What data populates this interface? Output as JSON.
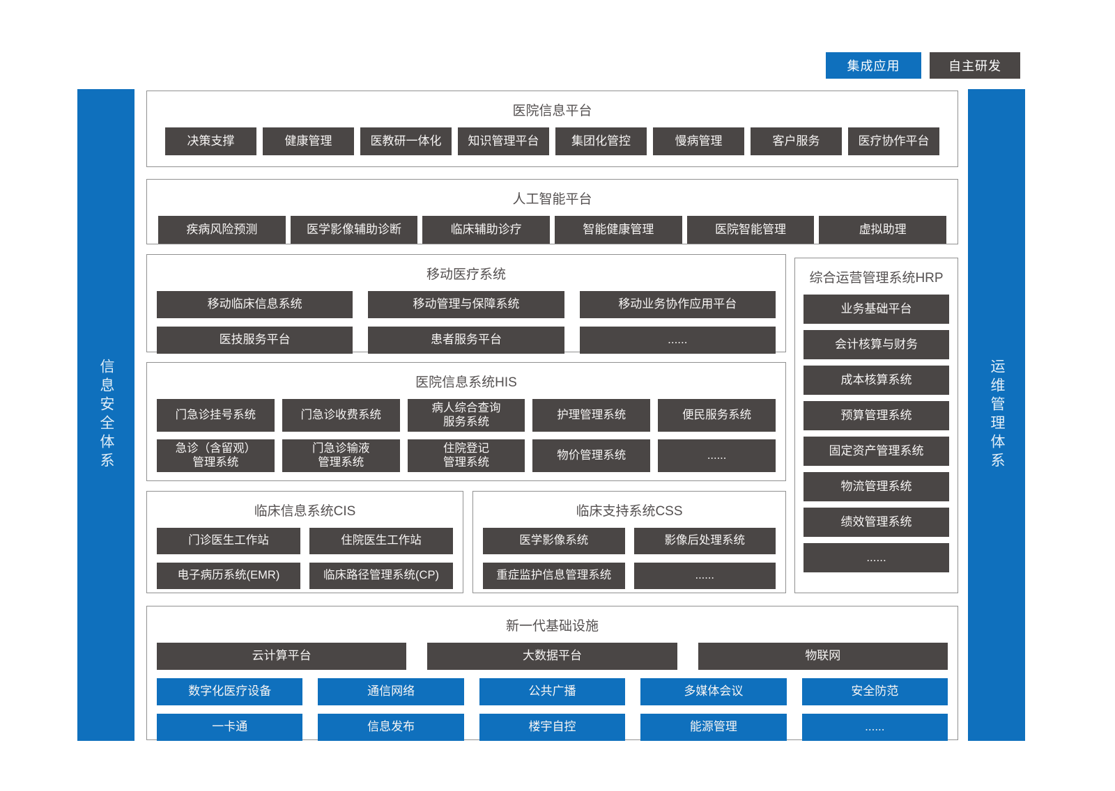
{
  "colors": {
    "accent_blue": "#0F70BD",
    "dark_gray": "#4A4645",
    "frame_border": "#909090"
  },
  "legend": {
    "integrated": "集成应用",
    "self_developed": "自主研发"
  },
  "sidebars": {
    "left": "信息安全体系",
    "right": "运维管理体系"
  },
  "sections": {
    "platform": {
      "title": "医院信息平台",
      "items": [
        "决策支撑",
        "健康管理",
        "医教研一体化",
        "知识管理平台",
        "集团化管控",
        "慢病管理",
        "客户服务",
        "医疗协作平台"
      ]
    },
    "ai": {
      "title": "人工智能平台",
      "items": [
        "疾病风险预测",
        "医学影像辅助诊断",
        "临床辅助诊疗",
        "智能健康管理",
        "医院智能管理",
        "虚拟助理"
      ]
    },
    "mobile": {
      "title": "移动医疗系统",
      "rows": [
        [
          "移动临床信息系统",
          "移动管理与保障系统",
          "移动业务协作应用平台"
        ],
        [
          "医技服务平台",
          "患者服务平台",
          "......"
        ]
      ]
    },
    "hrp": {
      "title": "综合运营管理系统HRP",
      "items": [
        "业务基础平台",
        "会计核算与财务",
        "成本核算系统",
        "预算管理系统",
        "固定资产管理系统",
        "物流管理系统",
        "绩效管理系统",
        "......"
      ]
    },
    "his": {
      "title": "医院信息系统HIS",
      "rows": [
        [
          "门急诊挂号系统",
          "门急诊收费系统",
          "病人综合查询\n服务系统",
          "护理管理系统",
          "便民服务系统"
        ],
        [
          "急诊（含留观）\n管理系统",
          "门急诊输液\n管理系统",
          "住院登记\n管理系统",
          "物价管理系统",
          "......"
        ]
      ]
    },
    "cis": {
      "title": "临床信息系统CIS",
      "rows": [
        [
          "门诊医生工作站",
          "住院医生工作站"
        ],
        [
          "电子病历系统(EMR)",
          "临床路径管理系统(CP)"
        ]
      ]
    },
    "css": {
      "title": "临床支持系统CSS",
      "rows": [
        [
          "医学影像系统",
          "影像后处理系统"
        ],
        [
          "重症监护信息管理系统",
          "......"
        ]
      ]
    },
    "infra": {
      "title": "新一代基础设施",
      "dark_row": [
        "云计算平台",
        "大数据平台",
        "物联网"
      ],
      "blue_rows": [
        [
          "数字化医疗设备",
          "通信网络",
          "公共广播",
          "多媒体会议",
          "安全防范"
        ],
        [
          "一卡通",
          "信息发布",
          "楼宇自控",
          "能源管理",
          "......"
        ]
      ]
    }
  }
}
